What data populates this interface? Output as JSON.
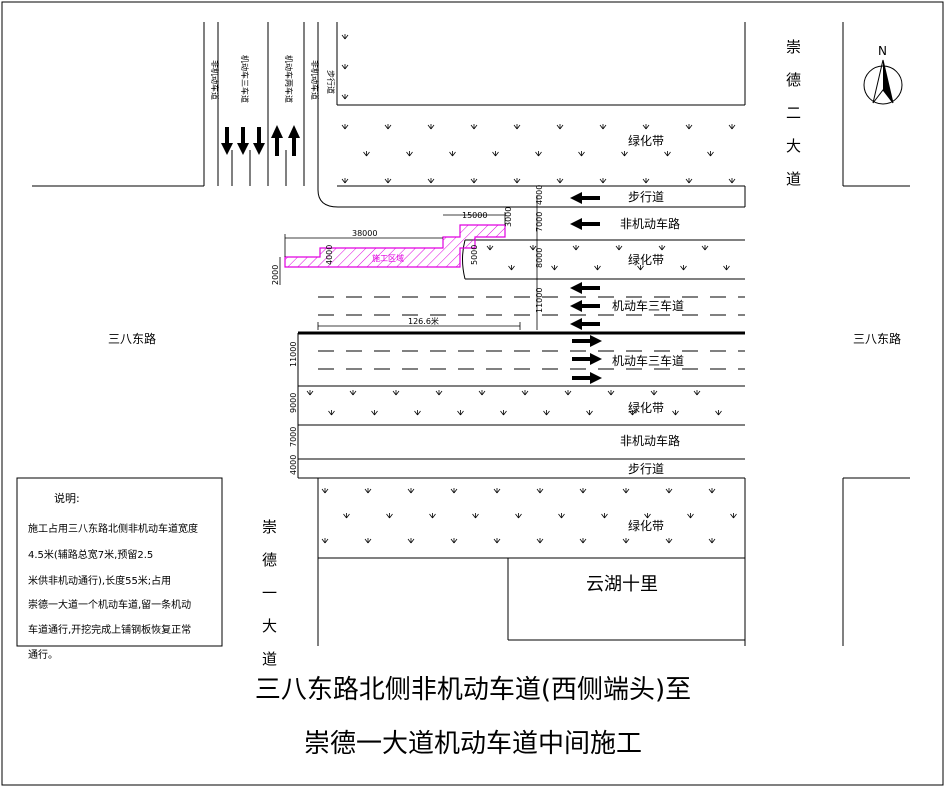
{
  "roads": {
    "east_west": "三八东路",
    "west_road": "崇德一大道",
    "east_road": "崇德二大道"
  },
  "north_label": "N",
  "lanes_ns": [
    "非机动车道",
    "机动车三车道",
    "机动车两车道",
    "非机动车道",
    "步行道"
  ],
  "lanes_ew": {
    "walk": "步行道",
    "bike": "非机动车路",
    "green": "绿化带",
    "motor": "机动车三车道"
  },
  "area": {
    "label": "施工区域"
  },
  "dims": {
    "d38000": "38000",
    "d15000": "15000",
    "d3000": "3000",
    "d4000": "4000",
    "d2000": "2000",
    "d5000": "5000",
    "d7000": "7000",
    "d8000": "8000",
    "d11000": "11000",
    "d9000": "9000",
    "d126": "126.6米"
  },
  "yunhu": "云湖十里",
  "notes": {
    "heading": "说明:",
    "lines": [
      "施工占用三八东路北侧非机动车道宽度",
      "4.5米(辅路总宽7米,预留2.5",
      "米供非机动通行),长度55米;占用",
      "崇德一大道一个机动车道,留一条机动",
      "车道通行,开挖完成上铺钢板恢复正常",
      "通行。"
    ]
  },
  "title": {
    "line1": "三八东路北侧非机动车道(西侧端头)至",
    "line2": "崇德一大道机动车道中间施工"
  },
  "colors": {
    "construction": "#e000e0",
    "line": "#000000",
    "background": "#ffffff"
  }
}
